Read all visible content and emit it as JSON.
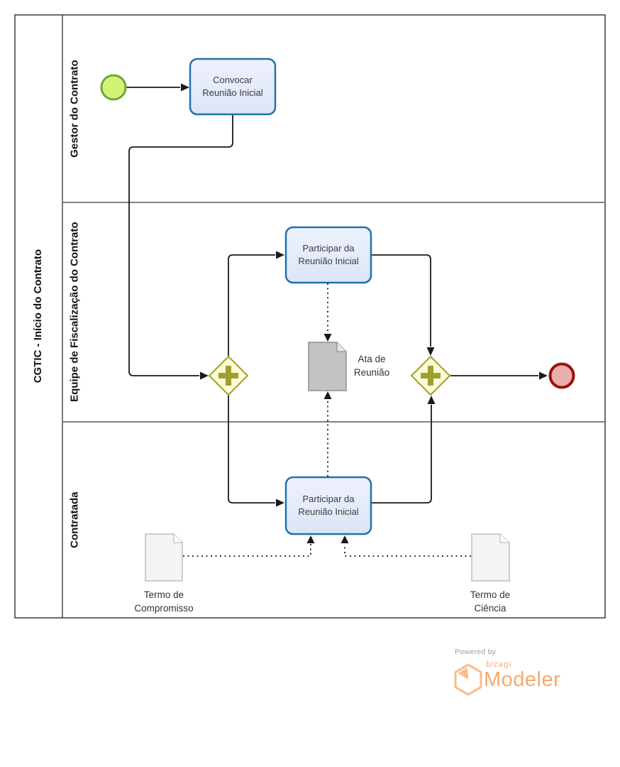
{
  "pool": {
    "title": "CGTIC - Início do Contrato",
    "lanes": [
      {
        "label": "Gestor do Contrato"
      },
      {
        "label": "Equipe de Fiscalização do Contrato"
      },
      {
        "label": "Contratada"
      }
    ]
  },
  "nodes": {
    "task_convocar": {
      "label": "Convocar\nReunião Inicial"
    },
    "task_participar_equipe": {
      "label": "Participar da\nReunião Inicial"
    },
    "task_participar_contratada": {
      "label": "Participar da\nReunião Inicial"
    },
    "doc_ata": {
      "label": "Ata de\nReunião"
    },
    "doc_termo_compromisso": {
      "label": "Termo de\nCompromisso"
    },
    "doc_termo_ciencia": {
      "label": "Termo de\nCiência"
    },
    "start_event": {
      "type": "start"
    },
    "end_event": {
      "type": "end"
    },
    "gateway_split": {
      "type": "parallel"
    },
    "gateway_join": {
      "type": "parallel"
    }
  },
  "footer": {
    "powered_by": "Powered by",
    "brand": "bizagi",
    "product": "Modeler"
  },
  "colors": {
    "task_border": "#1f72a9",
    "task_fill": "#e7edfa",
    "start_event_fill": "#d3f377",
    "start_event_border": "#6fa634",
    "end_event_fill": "#edaeae",
    "end_event_border": "#991111",
    "gateway_fill": "#fbfbd9",
    "gateway_border": "#9fa02b",
    "document_dark_fill": "#c3c3c3",
    "document_light_fill": "#f4f4f4",
    "logo_orange": "#f6a96b"
  }
}
